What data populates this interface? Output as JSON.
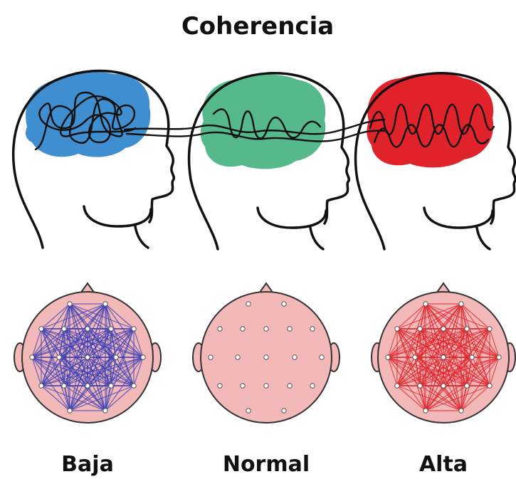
{
  "title": "Coherencia",
  "panels": [
    {
      "label": "Baja",
      "brain_color": "#3f8fd0",
      "network_color": "#3a3fb5",
      "network_density": "high"
    },
    {
      "label": "Normal",
      "brain_color": "#55b98c",
      "network_color": null,
      "network_density": "none"
    },
    {
      "label": "Alta",
      "brain_color": "#e0232b",
      "network_color": "#e0232b",
      "network_density": "high"
    }
  ],
  "colors": {
    "scalp": "#f3b9b9",
    "outline": "#111111"
  }
}
